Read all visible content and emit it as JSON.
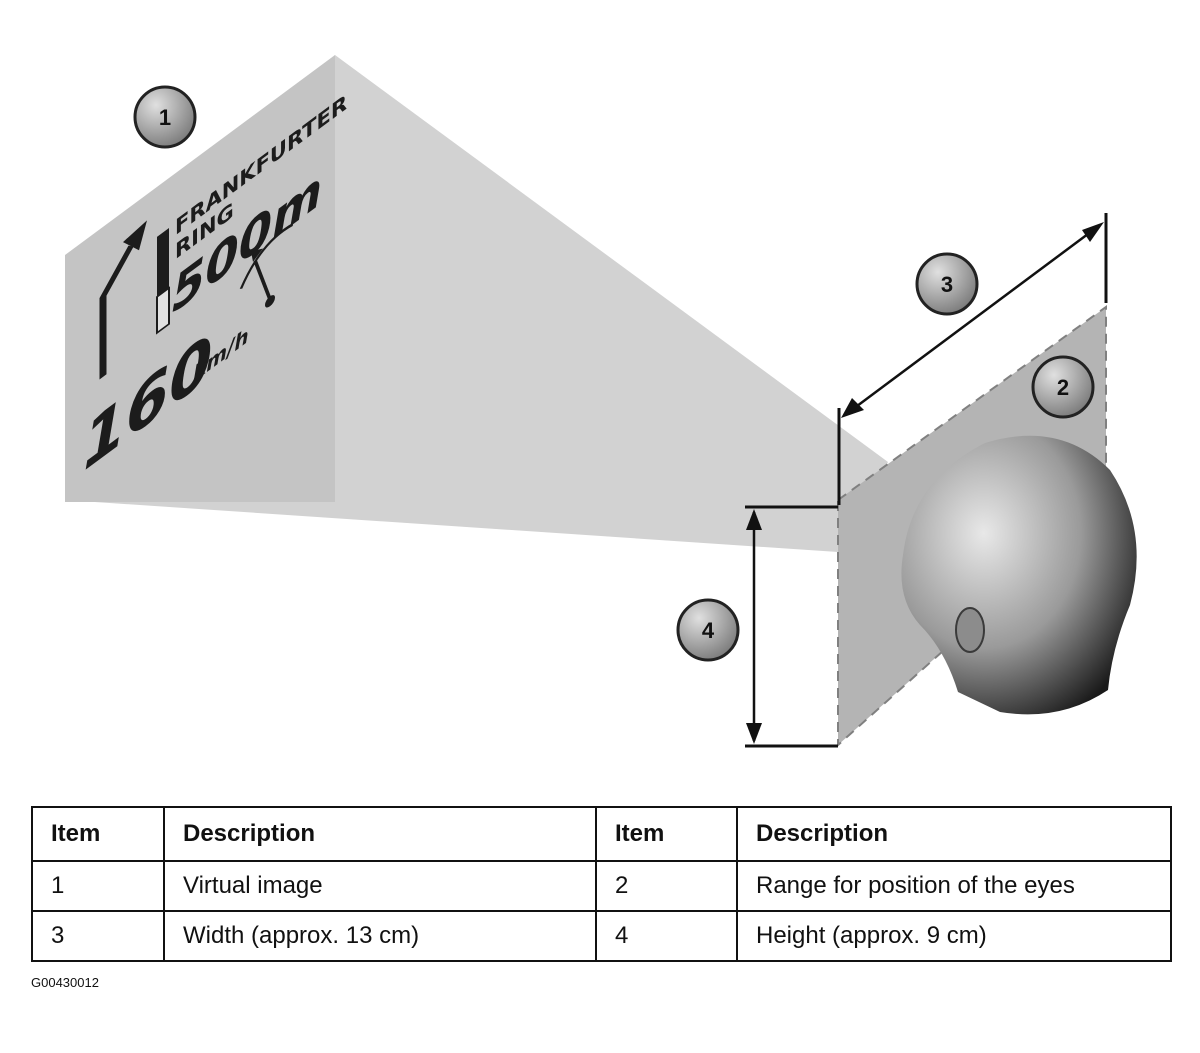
{
  "sign": {
    "destination_line1": "FRANKFURTER",
    "destination_line2": "RING",
    "distance": "500m",
    "speed": "160",
    "speed_unit": "km/h"
  },
  "callouts": [
    "1",
    "2",
    "3",
    "4"
  ],
  "table": {
    "headers": [
      "Item",
      "Description",
      "Item",
      "Description"
    ],
    "rows": [
      [
        "1",
        "Virtual image",
        "2",
        "Range for position of the eyes"
      ],
      [
        "3",
        "Width (approx. 13 cm)",
        "4",
        "Height (approx. 9 cm)"
      ]
    ]
  },
  "figure_id": "G00430012",
  "colors": {
    "panel": "#c6c6c6",
    "beam": "#d0d0d0",
    "callout": "#9a9a9a",
    "ink": "#111111"
  },
  "icons": [
    "up-right-arrow-icon",
    "speedometer-needle-icon",
    "head-icon"
  ]
}
